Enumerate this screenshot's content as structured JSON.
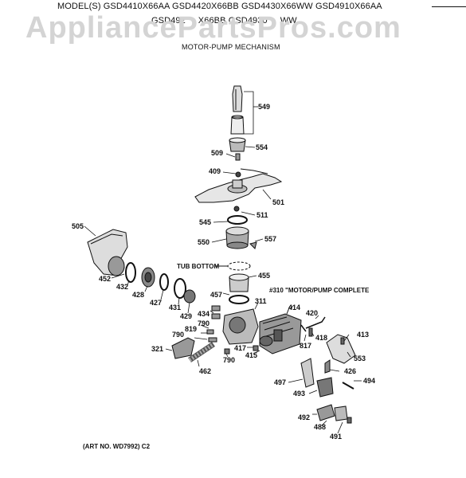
{
  "header": {
    "models_line1": "MODEL(S) GSD4410X66AA  GSD4420X66BB  GSD4430X66WW  GSD4910X66AA",
    "models_line2_a": "GSD492",
    "models_line2_b": "X66BB  GSD4930",
    "models_line2_c": "WW",
    "subtitle": "MOTOR-PUMP MECHANISM"
  },
  "watermark": "AppliancePartsPros.com",
  "part_labels": {
    "p549": "549",
    "p554": "554",
    "p509": "509",
    "p409": "409",
    "p501": "501",
    "p511": "511",
    "p545": "545",
    "p550": "550",
    "p557": "557",
    "p505": "505",
    "p452": "452",
    "p432": "432",
    "p428": "428",
    "p427": "427",
    "p431": "431",
    "p429": "429",
    "p455": "455",
    "p457": "457",
    "p311": "311",
    "p434": "434",
    "p790a": "790",
    "p819": "819",
    "p790b": "790",
    "p321": "321",
    "p462": "462",
    "p790c": "790",
    "p417": "417",
    "p415": "415",
    "p414": "414",
    "p420": "420",
    "p418": "418",
    "p817": "817",
    "p413": "413",
    "p553": "553",
    "p426": "426",
    "p497": "497",
    "p494": "494",
    "p493": "493",
    "p492": "492",
    "p488": "488",
    "p491": "491"
  },
  "notes": {
    "tub_bottom": "TUB BOTTOM",
    "motor_pump": "#310 \"MOTOR/PUMP COMPLETE",
    "art_no": "(ART NO. WD7992)  C2"
  }
}
